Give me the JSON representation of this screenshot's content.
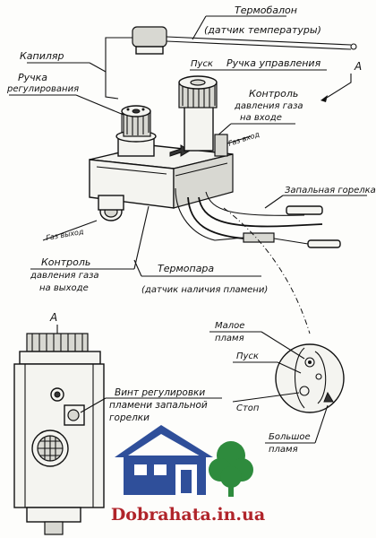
{
  "labels": {
    "termoballon": "Термобалон",
    "termoballon_sub": "(датчик температуры)",
    "kapilyar": "Капиляр",
    "pusk_top": "Пуск",
    "ruchka_upravleniya": "Ручка управления",
    "ruchka_reg_1": "Ручка",
    "ruchka_reg_2": "регулирования",
    "kontrol_in_1": "Контроль",
    "kontrol_in_2": "давления газа",
    "kontrol_in_3": "на входе",
    "view_a_top": "А",
    "gaz_vhod": "Газ вход",
    "gaz_vyhod": "Газ выход",
    "zapalnaya": "Запальная горелка",
    "kontrol_out_1": "Контроль",
    "kontrol_out_2": "давления газа",
    "kontrol_out_3": "на выходе",
    "termopara": "Термопара",
    "termopara_sub": "(датчик наличия пламени)",
    "view_a_bottom": "А",
    "maloe_1": "Малое",
    "maloe_2": "пламя",
    "pusk_dial": "Пуск",
    "stop": "Стоп",
    "bolshoe_1": "Большое",
    "bolshoe_2": "пламя",
    "vint_1": "Винт регулировки",
    "vint_2": "пламени запальной",
    "vint_3": "горелки"
  },
  "watermark": "Dobrahata.in.ua",
  "colors": {
    "house": "#2f4f9a",
    "tree": "#2e8b3d",
    "watermark": "#b0242a"
  }
}
